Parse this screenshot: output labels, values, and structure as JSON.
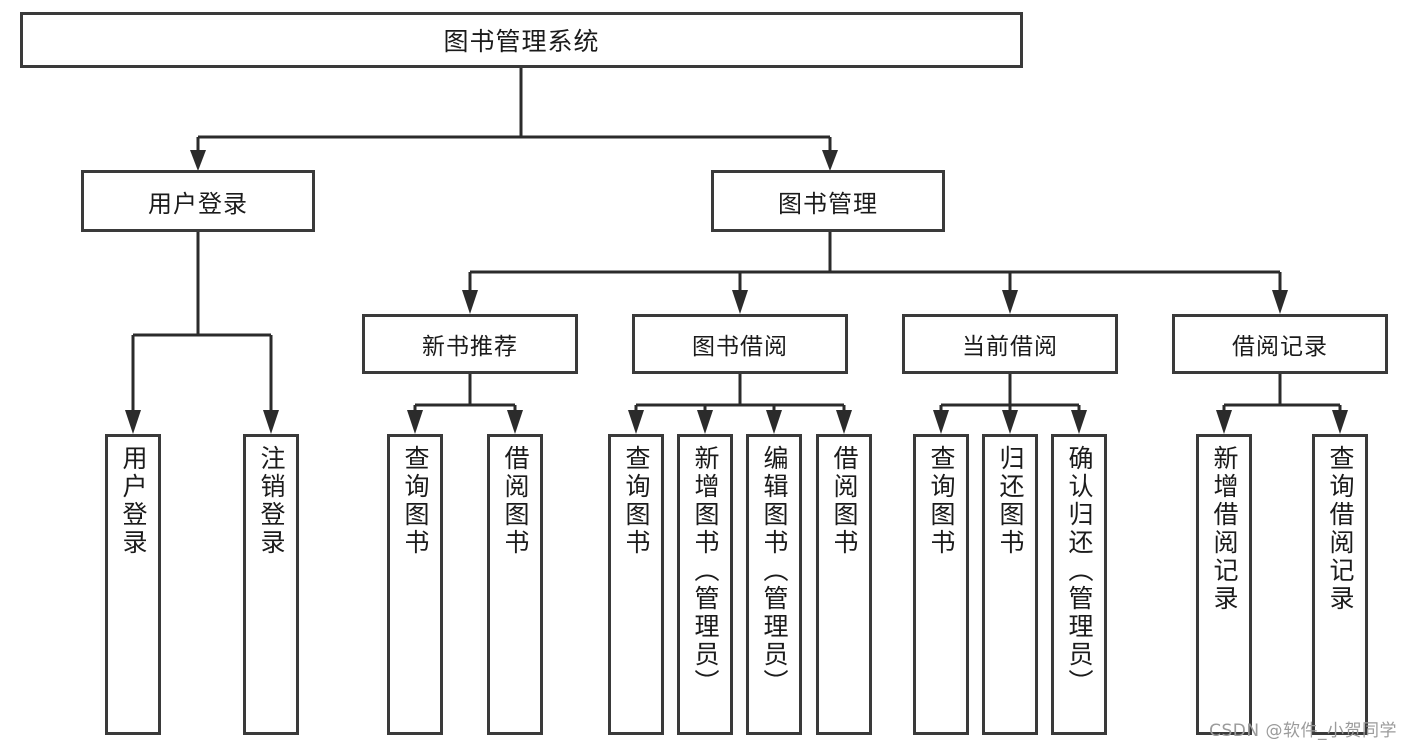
{
  "diagram": {
    "type": "tree-hierarchy",
    "title": "图书管理系统",
    "root": {
      "label": "图书管理系统"
    },
    "level2": [
      {
        "label": "用户登录"
      },
      {
        "label": "图书管理"
      }
    ],
    "level3": [
      {
        "label": "新书推荐"
      },
      {
        "label": "图书借阅"
      },
      {
        "label": "当前借阅"
      },
      {
        "label": "借阅记录"
      }
    ],
    "leaves": {
      "user_login": [
        {
          "label": "用户登录"
        },
        {
          "label": "注销登录"
        }
      ],
      "new_book_recommend": [
        {
          "label": "查询图书"
        },
        {
          "label": "借阅图书"
        }
      ],
      "book_borrow": [
        {
          "label": "查询图书"
        },
        {
          "label": "新增图书（管理员）"
        },
        {
          "label": "编辑图书（管理员）"
        },
        {
          "label": "借阅图书"
        }
      ],
      "current_borrow": [
        {
          "label": "查询图书"
        },
        {
          "label": "归还图书"
        },
        {
          "label": "确认归还（管理员）"
        }
      ],
      "borrow_record": [
        {
          "label": "新增借阅记录"
        },
        {
          "label": "查询借阅记录"
        }
      ]
    }
  },
  "watermark": {
    "text": "CSDN @软件_小贺同学"
  },
  "colors": {
    "box_border": "#3a3a3a",
    "connector": "#2b2b2b",
    "background": "#ffffff",
    "text": "#1b1b1b",
    "watermark": "#9b9b9b"
  }
}
